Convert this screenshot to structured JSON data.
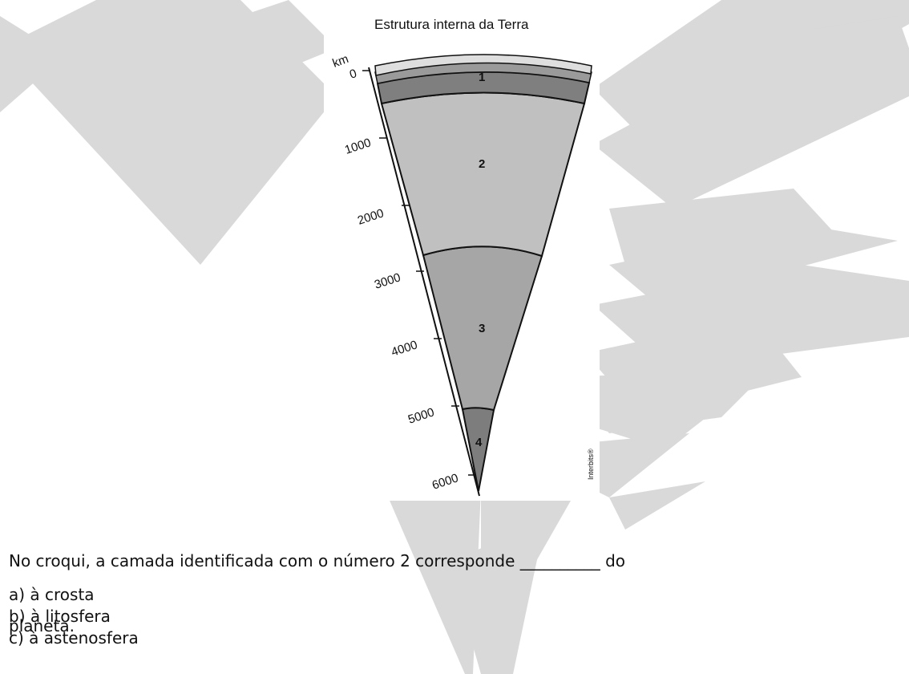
{
  "figure": {
    "title": "Estrutura interna da Terra",
    "axis_unit": "km",
    "ticks": [
      "0",
      "1000",
      "2000",
      "3000",
      "4000",
      "5000",
      "6000"
    ],
    "layers": [
      "1",
      "2",
      "3",
      "4"
    ],
    "credit": "Interbits®"
  },
  "question": {
    "line1": "No croqui, a camada identificada com o número 2 corresponde __________ do",
    "line2": "planeta."
  },
  "options": [
    "a) à crosta",
    "b) à litosfera",
    "c) à astenosfera"
  ]
}
